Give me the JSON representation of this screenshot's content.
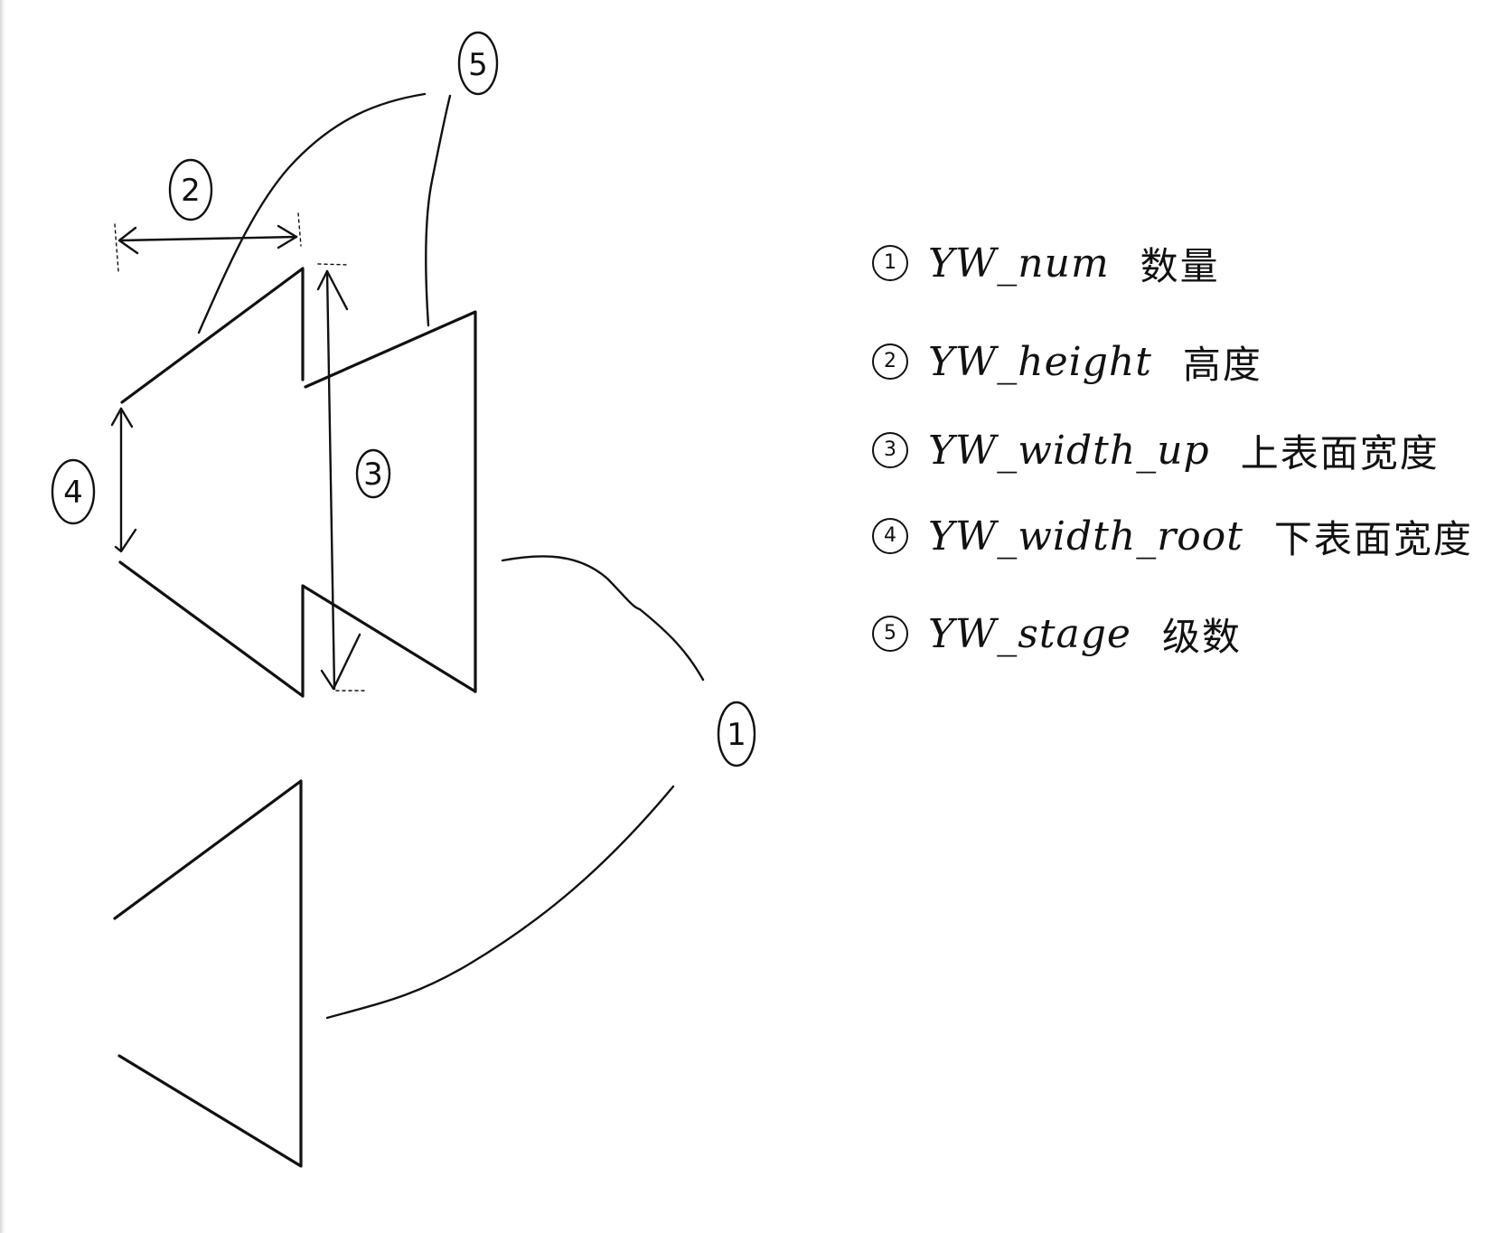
{
  "diagram": {
    "callouts": {
      "c1": "1",
      "c2": "2",
      "c3": "3",
      "c4": "4",
      "c5": "5"
    },
    "legend": [
      {
        "num": "1",
        "var": "YW_num",
        "desc": "数量"
      },
      {
        "num": "2",
        "var": "YW_height",
        "desc": "高度"
      },
      {
        "num": "3",
        "var": "YW_width_up",
        "desc": "上表面宽度"
      },
      {
        "num": "4",
        "var": "YW_width_root",
        "desc": "下表面宽度"
      },
      {
        "num": "5",
        "var": "YW_stage",
        "desc": "级数"
      }
    ]
  },
  "colors": {
    "ink": "#111111",
    "background": "#ffffff"
  }
}
